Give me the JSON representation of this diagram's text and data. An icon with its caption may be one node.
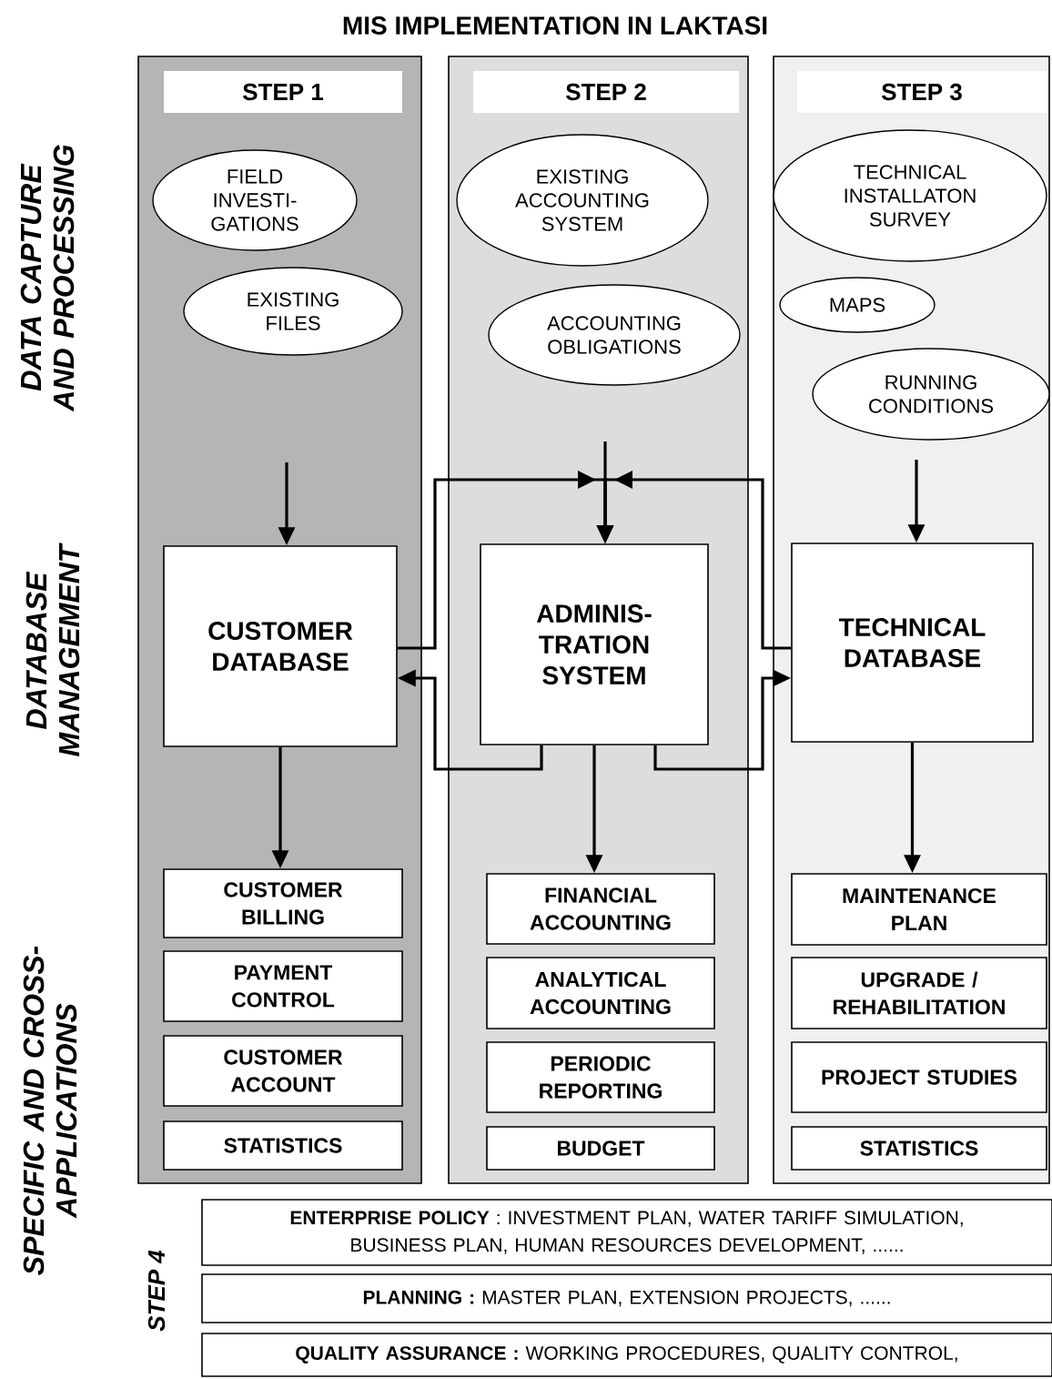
{
  "diagram": {
    "title": "MIS IMPLEMENTATION IN LAKTASI",
    "nodes": [
      {
        "text": [
          "STEP 1"
        ]
      },
      {
        "text": [
          "FIELD INVESTI- GATIONS"
        ],
        "in": 0
      },
      {
        "text": [
          "EXISTING FILES"
        ],
        "in": 0
      },
      {
        "text": [
          "CUSTOMER DATABASE"
        ],
        "in": 0
      },
      {
        "text": [
          "CUSTOMER BILLING"
        ],
        "in": 0
      },
      {
        "text": [
          "PAYMENT CONTROL"
        ],
        "in": 0
      },
      {
        "text": [
          "CUSTOMER ACCOUNT"
        ],
        "in": 0
      },
      {
        "text": [
          "STATISTICS"
        ],
        "in": 0
      },
      {
        "text": [
          "STEP 2"
        ]
      },
      {
        "text": [
          "EXISTING ACCOUNTING SYSTEM"
        ],
        "in": 8
      },
      {
        "text": [
          "ACCOUNTING OBLIGATIONS"
        ],
        "in": 8
      },
      {
        "text": [
          "ADMINIS- TRATION SYSTEM"
        ],
        "in": 8
      },
      {
        "text": [
          "FINANCIAL ACCOUNTING"
        ],
        "in": 8
      },
      {
        "text": [
          "ANALYTICAL ACCOUNTING"
        ],
        "in": 8
      },
      {
        "text": [
          "PERIODIC REPORTING"
        ],
        "in": 8
      },
      {
        "text": [
          "BUDGET"
        ],
        "in": 8
      },
      {
        "text": [
          "STEP 3"
        ]
      },
      {
        "text": [
          "TECHNICAL INSTALLATON SURVEY"
        ],
        "in": 16
      },
      {
        "text": [
          "MAPS"
        ],
        "in": 16
      },
      {
        "text": [
          "RUNNING CONDITIONS"
        ],
        "in": 16
      },
      {
        "text": [
          "TECHNICAL DATABASE"
        ],
        "in": 16
      },
      {
        "text": [
          "MAINTENANCE PLAN"
        ],
        "in": 16
      },
      {
        "text": [
          "UPGRADE / REHABILITATION"
        ],
        "in": 16
      },
      {
        "text": [
          "PROJECT STUDIES"
        ],
        "in": 16
      },
      {
        "text": [
          "STATISTICS"
        ],
        "in": 16
      },
      {
        "text": [
          "**ENTERPRISE POLICY** : INVESTMENT PLAN, WATER TARIFF SIMULATION, BUSINESS PLAN, HUMAN RESOURCES DEVELOPMENT, ......"
        ]
      },
      {
        "text": [
          "**PLANNING :** MASTER PLAN, EXTENSION PROJECTS, ......"
        ]
      },
      {
        "text": [
          "**QUALITY ASSURANCE :** WORKING PROCEDURES, QUALITY CONTROL,"
        ]
      }
    ],
    "edges": [
      {
        "from": null,
        "to": 3,
        "arrow": "to"
      },
      {
        "from": null,
        "to": 11,
        "arrow": "to"
      },
      {
        "from": null,
        "to": 20,
        "arrow": "to"
      },
      {
        "from": 3,
        "to": 11,
        "arrow": "to"
      },
      {
        "from": 20,
        "to": 11,
        "arrow": "to"
      },
      {
        "from": 11,
        "to": 3,
        "arrow": "to"
      },
      {
        "from": 11,
        "to": 20,
        "arrow": "to"
      },
      {
        "from": 3,
        "to": 4,
        "arrow": "to"
      },
      {
        "from": 11,
        "to": 12,
        "arrow": "to"
      },
      {
        "from": 20,
        "to": 21,
        "arrow": "to"
      }
    ],
    "labels": [
      "DATA CAPTURE AND PROCESSING",
      "DATABASE MANAGEMENT",
      "SPECIFIC AND CROSS-APPLICATIONS",
      "STEP 4"
    ]
  }
}
